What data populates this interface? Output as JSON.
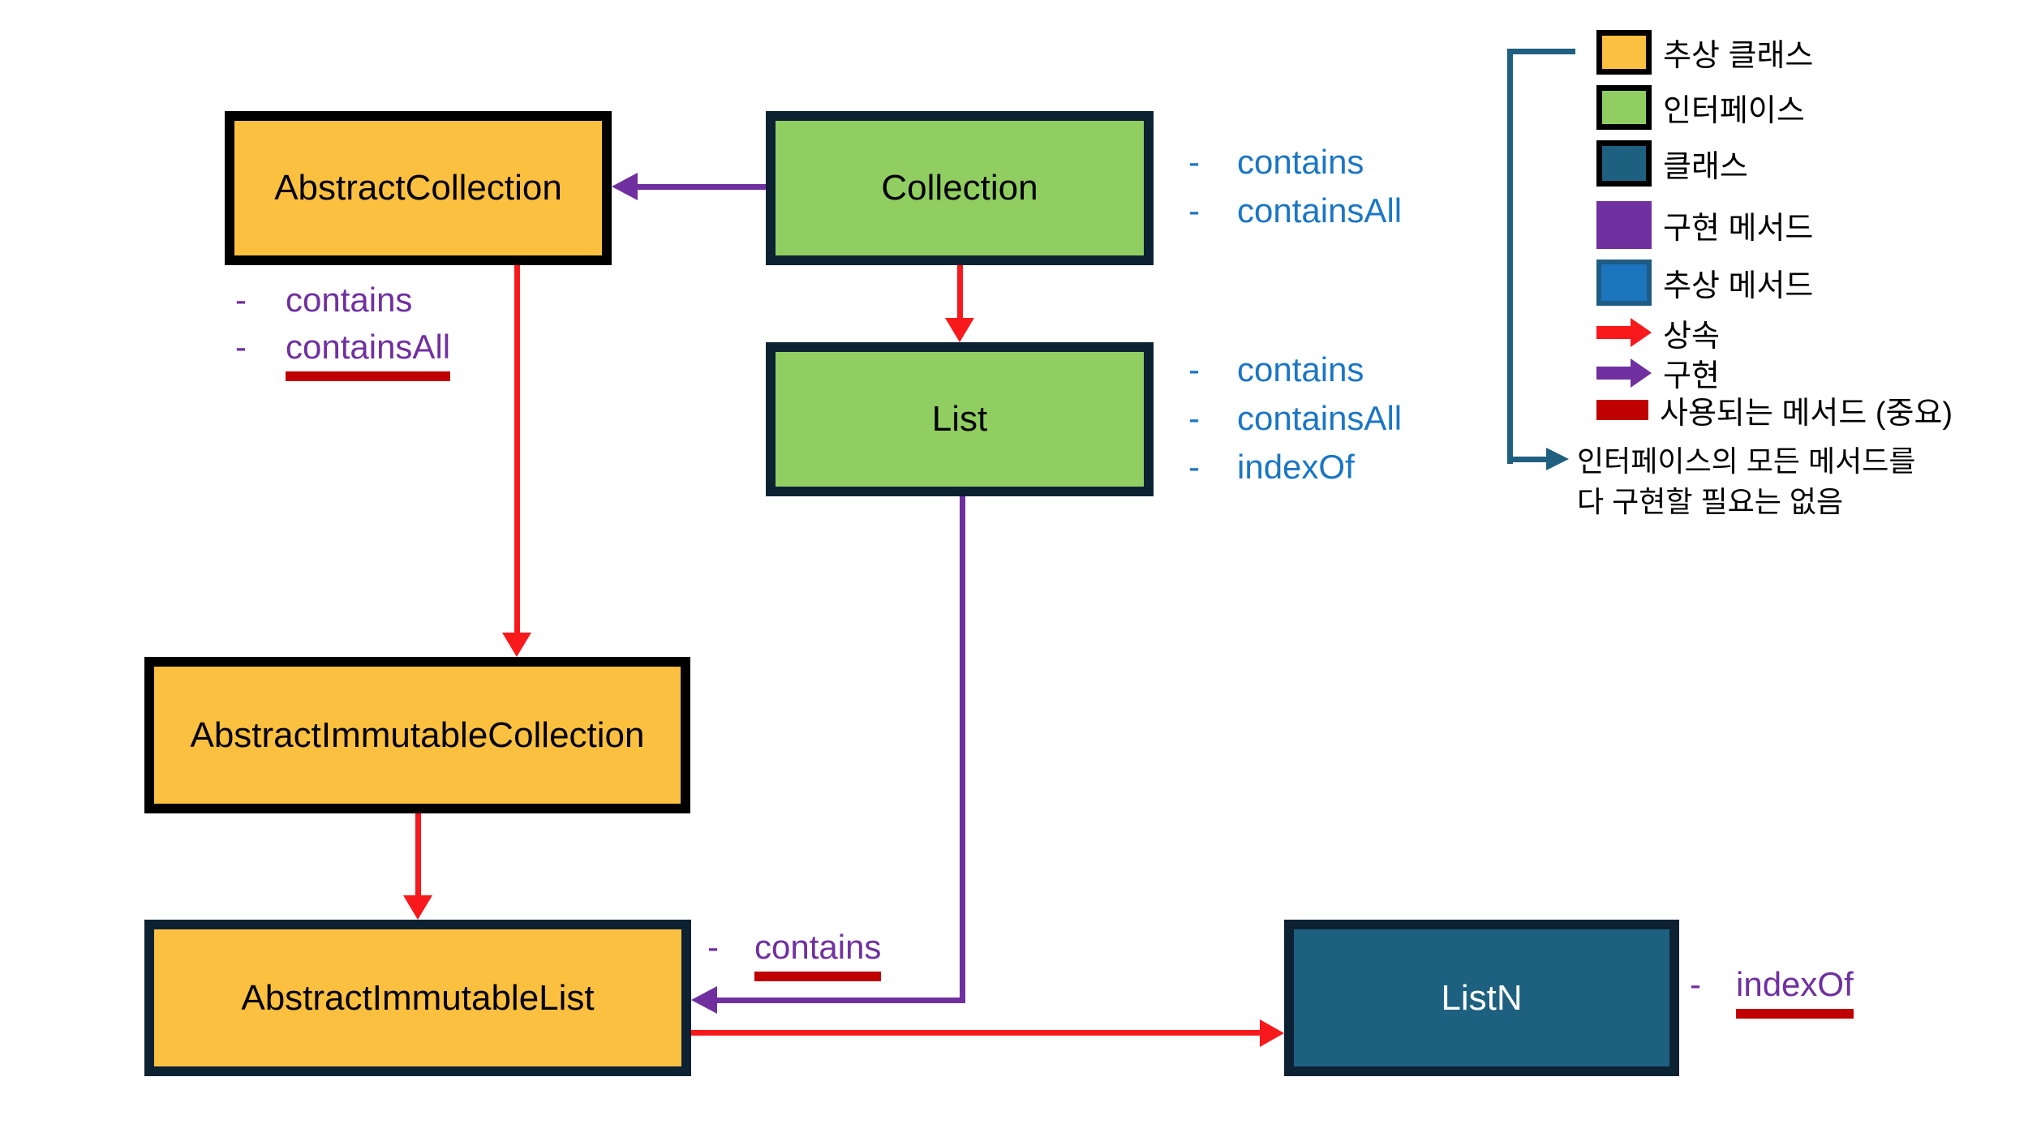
{
  "colors": {
    "abstract_class_orange": "#FCC040",
    "interface_green": "#91CE61",
    "class_teal": "#1E6080",
    "implemented_purple": "#7030A0",
    "abstract_blue_text": "#1B76C4",
    "abstract_blue_fill": "#1C75BC",
    "abstract_blue_border": "#1E5C85",
    "inherit_red": "#F8191C",
    "used_dark_red": "#C00000",
    "navy_border": "#0C2233",
    "bracket_teal": "#1F5F80"
  },
  "boxes": {
    "abstract_collection": {
      "label": "AbstractCollection",
      "kind": "abstract-class"
    },
    "collection": {
      "label": "Collection",
      "kind": "interface"
    },
    "list": {
      "label": "List",
      "kind": "interface"
    },
    "abstract_immutable_collection": {
      "label": "AbstractImmutableCollection",
      "kind": "abstract-class"
    },
    "abstract_immutable_list": {
      "label": "AbstractImmutableList",
      "kind": "abstract-class"
    },
    "listn": {
      "label": "ListN",
      "kind": "class"
    }
  },
  "annotations": {
    "abstract_collection": {
      "items": [
        {
          "dash": "-",
          "label": "contains",
          "underlined": false
        },
        {
          "dash": "-",
          "label": "containsAll",
          "underlined": true
        }
      ]
    },
    "collection": {
      "items": [
        {
          "dash": "-",
          "label": "contains",
          "underlined": false
        },
        {
          "dash": "-",
          "label": "containsAll",
          "underlined": false
        }
      ]
    },
    "list": {
      "items": [
        {
          "dash": "-",
          "label": "contains",
          "underlined": false
        },
        {
          "dash": "-",
          "label": "containsAll",
          "underlined": false
        },
        {
          "dash": "-",
          "label": "indexOf",
          "underlined": false
        }
      ]
    },
    "abstract_immutable_list": {
      "items": [
        {
          "dash": "-",
          "label": "contains",
          "underlined": true
        }
      ]
    },
    "listn": {
      "items": [
        {
          "dash": "-",
          "label": "indexOf",
          "underlined": true
        }
      ]
    }
  },
  "legend": {
    "items": [
      {
        "swatch": "abstract-class",
        "label": "추상 클래스"
      },
      {
        "swatch": "interface",
        "label": "인터페이스"
      },
      {
        "swatch": "class",
        "label": "클래스"
      },
      {
        "swatch": "implemented-method",
        "label": "구현 메서드"
      },
      {
        "swatch": "abstract-method",
        "label": "추상 메서드"
      },
      {
        "swatch": "inheritance-arrow",
        "label": "상속"
      },
      {
        "swatch": "implementation-arrow",
        "label": "구현"
      },
      {
        "swatch": "used-method-bar",
        "label": "사용되는 메서드 (중요)"
      }
    ],
    "note_line1": "인터페이스의 모든 메서드를",
    "note_line2": "다 구현할 필요는 없음"
  }
}
